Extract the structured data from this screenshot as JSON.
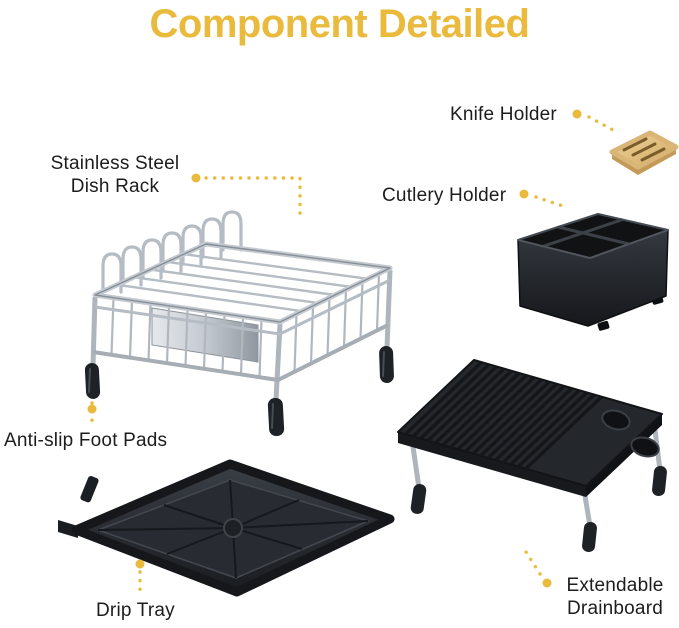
{
  "title": "Component Detailed",
  "colors": {
    "accent": "#e9ba3c",
    "text": "#1d1d1d",
    "chrome": "#b6bcc3",
    "plastic_black": "#23262b",
    "bamboo": "#e7c78e"
  },
  "labels": {
    "knife_holder": "Knife Holder",
    "dish_rack": {
      "line1": "Stainless Steel",
      "line2": "Dish Rack"
    },
    "cutlery_holder": "Cutlery Holder",
    "foot_pads": "Anti-slip Foot Pads",
    "drip_tray": "Drip Tray",
    "drainboard": {
      "line1": "Extendable",
      "line2": "Drainboard"
    }
  },
  "components": [
    "stainless-steel-dish-rack",
    "knife-holder",
    "cutlery-holder",
    "anti-slip-foot-pads",
    "drip-tray",
    "extendable-drainboard"
  ]
}
